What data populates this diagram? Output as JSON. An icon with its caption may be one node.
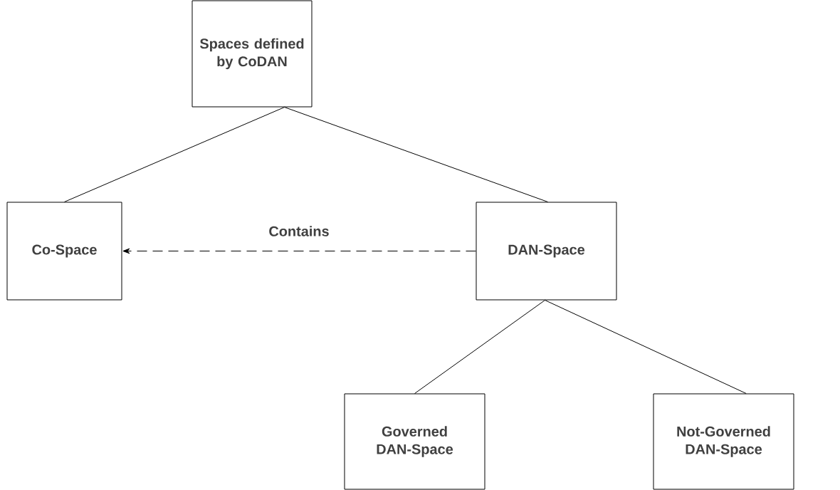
{
  "diagram": {
    "nodes": [
      {
        "text": [
          "Spaces defined by CoDAN"
        ]
      },
      {
        "text": [
          "Co-Space"
        ]
      },
      {
        "text": [
          "DAN-Space"
        ]
      },
      {
        "text": [
          "Governed DAN-Space"
        ]
      },
      {
        "text": [
          "Not-Governed DAN-Space"
        ]
      }
    ],
    "edges": [
      {
        "from": 0,
        "to": 1,
        "arrow": "none"
      },
      {
        "from": 0,
        "to": 2,
        "arrow": "none"
      },
      {
        "from": 2,
        "to": 1,
        "arrow": "to",
        "style": "dashed",
        "label": "Contains"
      },
      {
        "from": 2,
        "to": 3,
        "arrow": "none"
      },
      {
        "from": 2,
        "to": 4,
        "arrow": "none"
      }
    ]
  }
}
